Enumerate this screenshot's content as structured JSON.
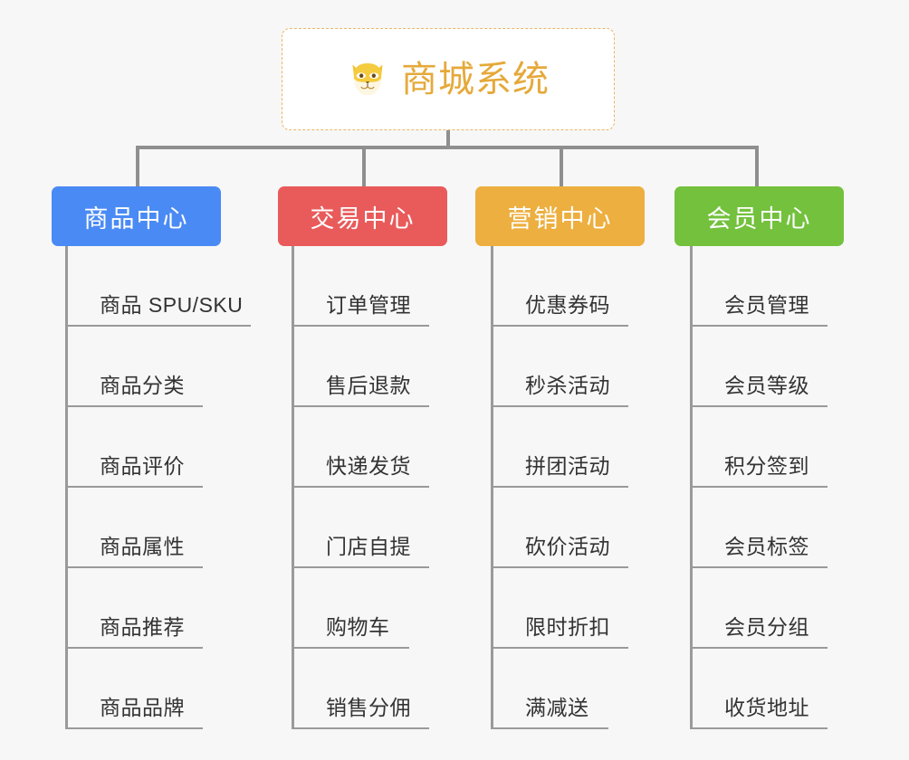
{
  "root": {
    "title": "商城系统",
    "icon": "shiba-dog-icon",
    "border_color": "#e8b563",
    "title_color": "#e5a93a",
    "background": "#ffffff"
  },
  "canvas": {
    "background": "#f7f7f7",
    "connector_color": "#8f8f8f",
    "rule_color": "#9a9a9a"
  },
  "categories": [
    {
      "label": "商品中心",
      "color": "#4a8af4",
      "items": [
        "商品 SPU/SKU",
        "商品分类",
        "商品评价",
        "商品属性",
        "商品推荐",
        "商品品牌"
      ]
    },
    {
      "label": "交易中心",
      "color": "#e95b5b",
      "items": [
        "订单管理",
        "售后退款",
        "快递发货",
        "门店自提",
        "购物车",
        "销售分佣"
      ]
    },
    {
      "label": "营销中心",
      "color": "#edaf3f",
      "items": [
        "优惠券码",
        "秒杀活动",
        "拼团活动",
        "砍价活动",
        "限时折扣",
        "满减送"
      ]
    },
    {
      "label": "会员中心",
      "color": "#73c13d",
      "items": [
        "会员管理",
        "会员等级",
        "积分签到",
        "会员标签",
        "会员分组",
        "收货地址"
      ]
    }
  ]
}
